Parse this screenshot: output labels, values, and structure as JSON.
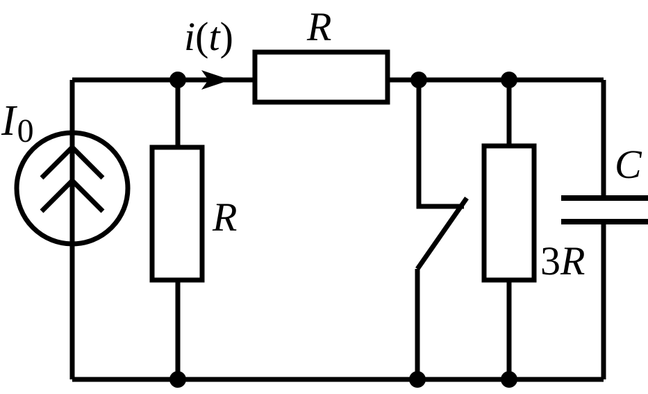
{
  "diagram": {
    "source": {
      "symbol": "I",
      "subscript": "0"
    },
    "current": {
      "symbol": "i",
      "argument": "t",
      "open_paren": "(",
      "close_paren": ")"
    },
    "series_resistor": {
      "label": "R"
    },
    "shunt_resistor": {
      "label": "R"
    },
    "right_resistor": {
      "coefficient": "3",
      "symbol": "R"
    },
    "capacitor": {
      "label": "C"
    }
  }
}
